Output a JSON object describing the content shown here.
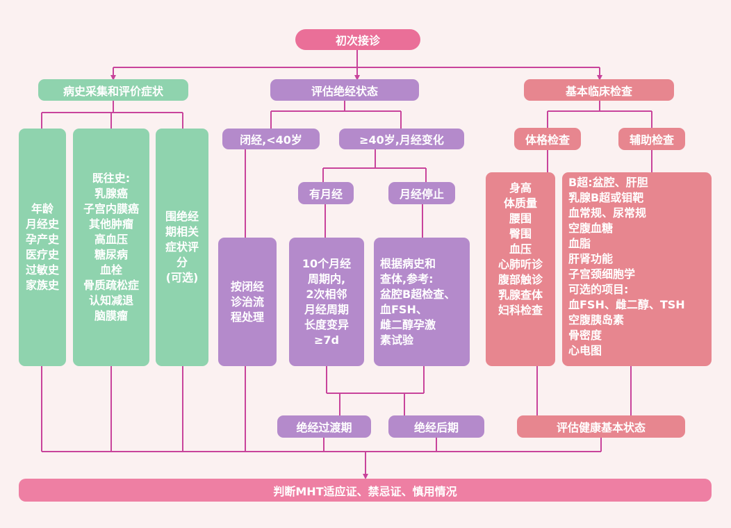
{
  "colors": {
    "wire": "#c8439b",
    "green": "#8fd3ae",
    "purple": "#b48acb",
    "salmon": "#e7868f",
    "pink": "#ea6f98"
  },
  "top": "初次接诊",
  "sections": {
    "history": {
      "header": "病史采集和评价症状",
      "col1": [
        "年龄",
        "月经史",
        "孕产史",
        "医疗史",
        "过敏史",
        "家族史"
      ],
      "col2": [
        "既往史:",
        "乳腺癌",
        "子宫内膜癌",
        "其他肿瘤",
        "高血压",
        "糖尿病",
        "血栓",
        "骨质疏松症",
        "认知减退",
        "脑膜瘤"
      ],
      "col3": [
        "围绝经",
        "期相关",
        "症状评",
        "分",
        "(可选)"
      ]
    },
    "menopause": {
      "header": "评估绝经状态",
      "under40": "闭经,<40岁",
      "over40": "≥40岁,月经变化",
      "amenorrhea_action": [
        "按闭经",
        "诊治流",
        "程处理"
      ],
      "has_menses": "有月经",
      "menses_stopped": "月经停止",
      "has_menses_desc": [
        "10个月经",
        "周期内,",
        "2次相邻",
        "月经周期",
        "长度变异",
        "≥7d"
      ],
      "stopped_desc": [
        "根据病史和",
        "查体,参考:",
        "盆腔B超检查、",
        "血FSH、",
        "雌二醇孕激",
        "素试验"
      ],
      "transition": "绝经过渡期",
      "post": "绝经后期"
    },
    "clinical": {
      "header": "基本临床检查",
      "physical": "体格检查",
      "auxiliary": "辅助检查",
      "physical_items": [
        "身高",
        "体质量",
        "腰围",
        "臀围",
        "血压",
        "心肺听诊",
        "腹部触诊",
        "乳腺查体",
        "妇科检查"
      ],
      "auxiliary_items": [
        "B超:盆腔、肝胆",
        "乳腺B超或钼靶",
        "血常规、尿常规",
        "空腹血糖",
        "血脂",
        "肝肾功能",
        "子宫颈细胞学",
        "可选的项目:",
        "血FSH、雌二醇、TSH",
        "空腹胰岛素",
        "骨密度",
        "心电图"
      ],
      "assess": "评估健康基本状态"
    }
  },
  "bottom": "判断MHT适应证、禁忌证、慎用情况"
}
